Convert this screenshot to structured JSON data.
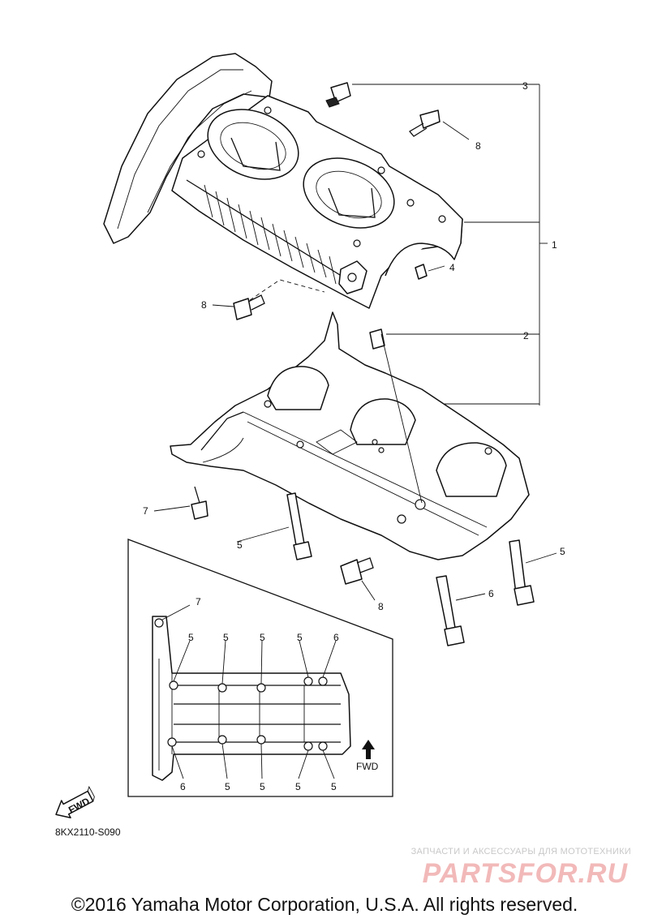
{
  "callouts": {
    "c1": "1",
    "c2": "2",
    "c3": "3",
    "c4": "4",
    "c5": "5",
    "c6": "6",
    "c7": "7",
    "c8": "8"
  },
  "inset": {
    "bolt_labels": [
      "7",
      "5",
      "5",
      "5",
      "5",
      "6",
      "6",
      "5",
      "5",
      "5",
      "5"
    ],
    "direction_label": "FWD"
  },
  "fwd_arrow_label": "FWD",
  "diagram_code": "8KX2110-S090",
  "watermark": {
    "tagline": "ЗАПЧАСТИ И АКСЕССУАРЫ ДЛЯ МОТОТЕХНИКИ",
    "logo": "PARTSFOR.RU"
  },
  "copyright": "©2016 Yamaha Motor Corporation, U.S.A. All rights reserved.",
  "colors": {
    "line": "#111111",
    "watermark_logo": "#f2b9b9",
    "watermark_text": "#c8c8c8"
  }
}
